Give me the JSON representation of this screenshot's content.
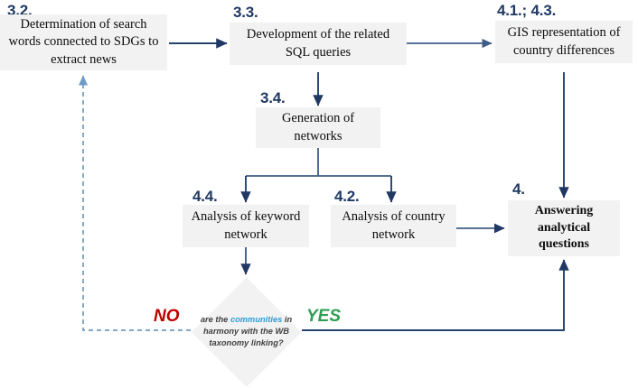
{
  "diagram": {
    "title": "SDG news analysis methodology flowchart",
    "colors": {
      "node_fill": "#f2f2f2",
      "edge": "#1f3864",
      "edge_light": "#44546a",
      "step_label": "#1f3864",
      "no_label": "#c00000",
      "yes_label": "#2e9e52",
      "highlight": "#2e9bd6",
      "dashed_edge": "#6f9cc4"
    },
    "nodes": [
      {
        "id": "determination",
        "step": "3.2.",
        "text": "Determination of search words connected to SDGs to extract news",
        "bold": false
      },
      {
        "id": "sql-queries",
        "step": "3.3.",
        "text": "Development of the related SQL queries",
        "bold": false
      },
      {
        "id": "gis-representation",
        "step": "4.1.; 4.3.",
        "text": "GIS representation of country differences",
        "bold": false
      },
      {
        "id": "generation-networks",
        "step": "3.4.",
        "text": "Generation of networks",
        "bold": false
      },
      {
        "id": "keyword-network",
        "step": "4.4.",
        "text": "Analysis of keyword network",
        "bold": false
      },
      {
        "id": "country-network",
        "step": "4.2.",
        "text": "Analysis of country network",
        "bold": false
      },
      {
        "id": "answering-questions",
        "step": "4.",
        "text": "Answering analytical questions",
        "bold": true
      }
    ],
    "decision": {
      "id": "harmony-check",
      "text_before": "are the",
      "text_highlight": "communities",
      "text_after": "in harmony with the WB taxonomy linking?",
      "full_text": "are the communities in harmony with the WB taxonomy linking?"
    },
    "branches": {
      "no": "NO",
      "yes": "YES"
    }
  }
}
